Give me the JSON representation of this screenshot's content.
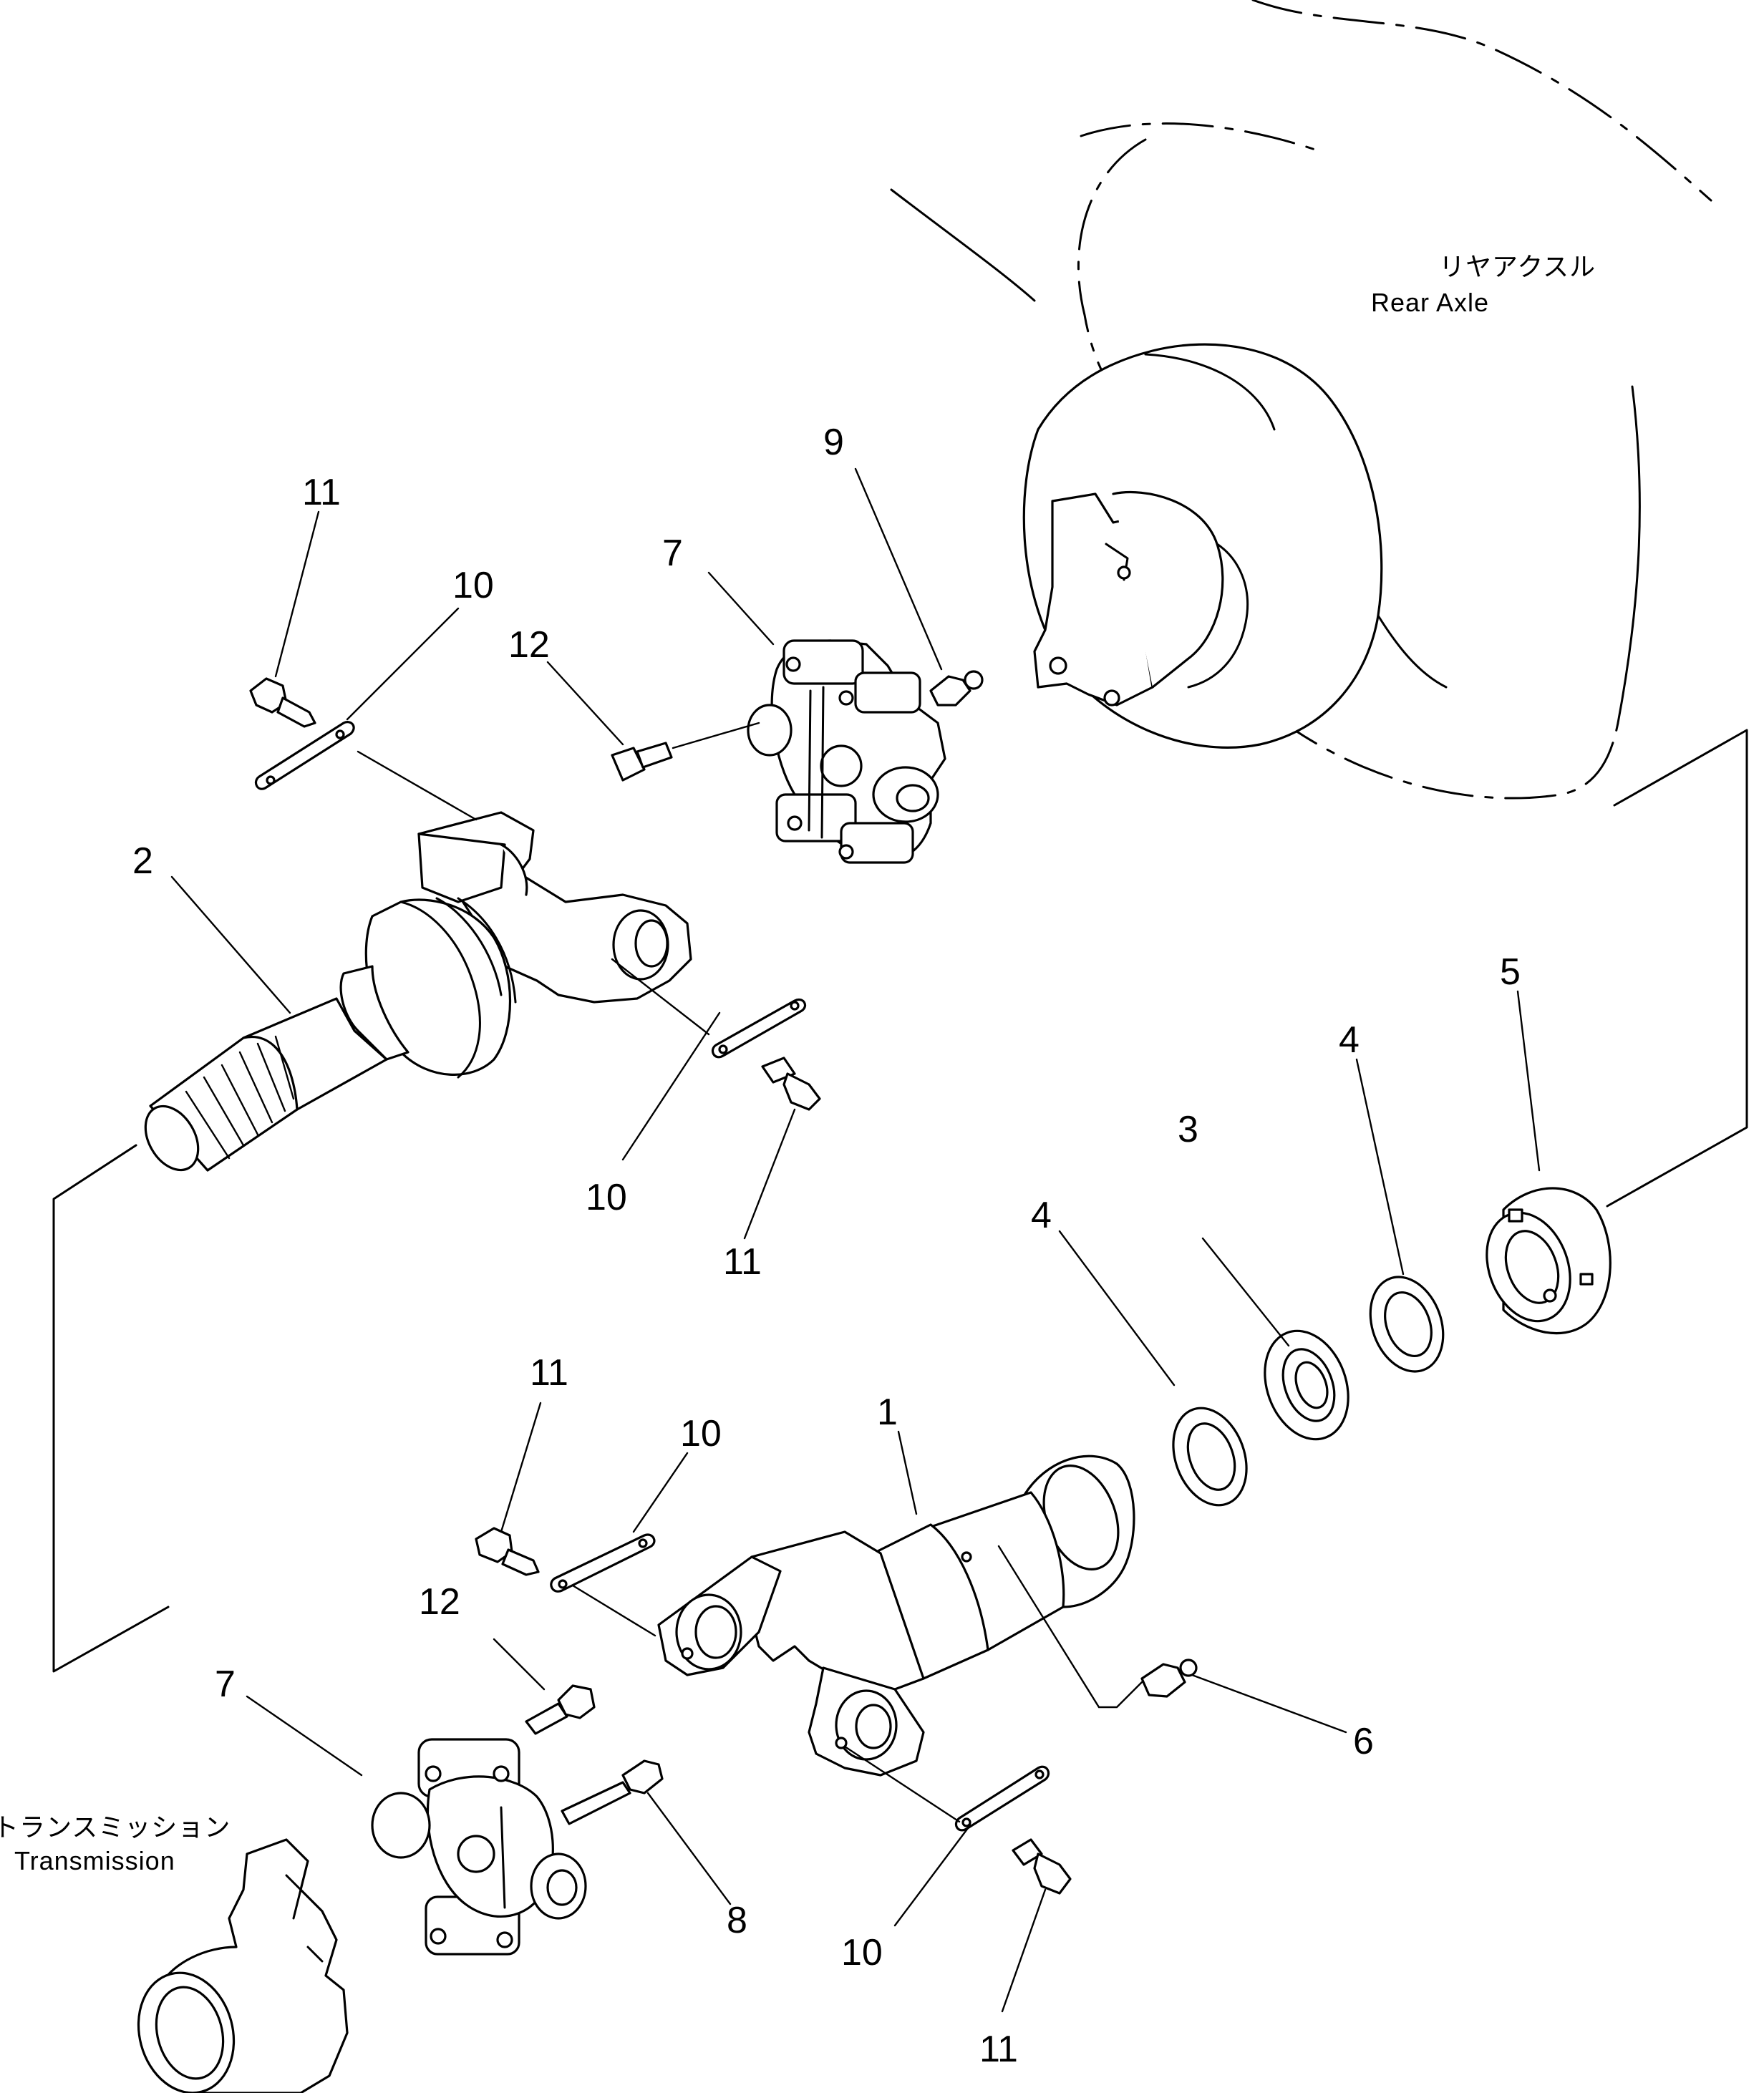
{
  "labels": {
    "rear_axle_jp": "リヤアクスル",
    "rear_axle_en": "Rear Axle",
    "transmission_jp": "トランスミッション",
    "transmission_en": "Transmission"
  },
  "callouts": {
    "c1": "1",
    "c2": "2",
    "c3": "3",
    "c4a": "4",
    "c4b": "4",
    "c5": "5",
    "c6": "6",
    "c7a": "7",
    "c7b": "7",
    "c8": "8",
    "c9": "9",
    "c10a": "10",
    "c10b": "10",
    "c10c": "10",
    "c10d": "10",
    "c11a": "11",
    "c11b": "11",
    "c11c": "11",
    "c11d": "11",
    "c12a": "12",
    "c12b": "12"
  }
}
